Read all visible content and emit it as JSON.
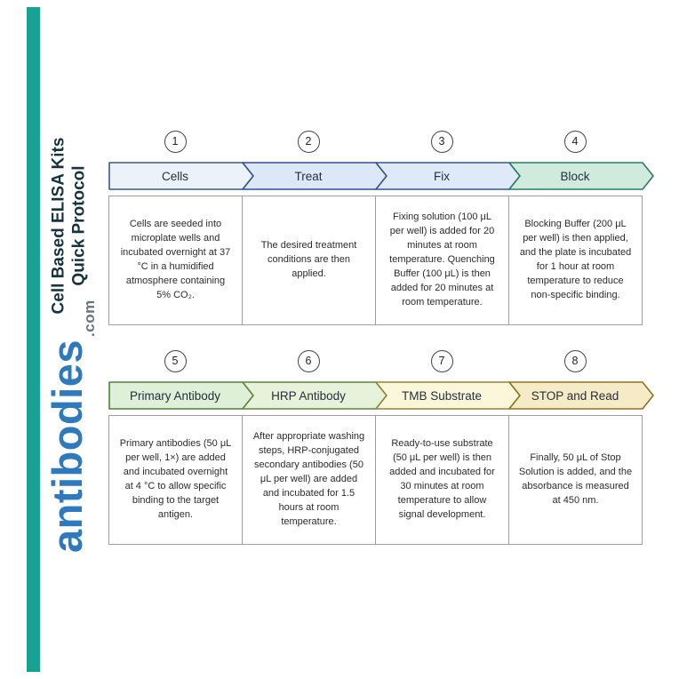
{
  "brand_panel": {
    "accent_bar_color": "#18a294",
    "title_line1": "Cell Based ELISA Kits",
    "title_line2": "Quick Protocol",
    "brand_name": "antibodies",
    "brand_suffix": ".com",
    "brand_color": "#2e7abc"
  },
  "steps": [
    {
      "number": "1",
      "label": "Cells",
      "description": "Cells are seeded into microplate wells and incubated overnight at 37 °C in a humidified atmosphere containing 5% CO₂.",
      "fill": "#ebf2fa",
      "stroke": "#3d5a80"
    },
    {
      "number": "2",
      "label": "Treat",
      "description": "The desired treatment conditions are then applied.",
      "fill": "#dce8f8",
      "stroke": "#34518c"
    },
    {
      "number": "3",
      "label": "Fix",
      "description": "Fixing solution (100 μL per well) is added for 20 minutes at room temperature. Quenching Buffer (100 μL) is then added for 20 minutes at room temperature.",
      "fill": "#deeaf9",
      "stroke": "#35568c"
    },
    {
      "number": "4",
      "label": "Block",
      "description": "Blocking Buffer (200 μL per well) is then applied, and the plate is incubated for 1 hour at room temperature to reduce non-specific binding.",
      "fill": "#d0ebde",
      "stroke": "#2b7a66"
    },
    {
      "number": "5",
      "label": "Primary Antibody",
      "description": "Primary antibodies (50 μL per well, 1×) are added and incubated overnight at 4 °C to allow specific binding to the target antigen.",
      "fill": "#dff0d8",
      "stroke": "#507e3e"
    },
    {
      "number": "6",
      "label": "HRP Antibody",
      "description": "After appropriate washing steps, HRP-conjugated secondary antibodies (50 μL per well) are added and incubated for 1.5 hours at room temperature.",
      "fill": "#e7f2db",
      "stroke": "#62823b"
    },
    {
      "number": "7",
      "label": "TMB Substrate",
      "description": "Ready-to-use substrate (50 μL per well) is then added and incubated for 30 minutes at room temperature to allow signal development.",
      "fill": "#fcf7da",
      "stroke": "#8e8534"
    },
    {
      "number": "8",
      "label": "STOP and Read",
      "description": "Finally, 50 μL of Stop Solution is added, and the absorbance is measured at 450 nm.",
      "fill": "#f5ebc6",
      "stroke": "#8e7320"
    }
  ]
}
